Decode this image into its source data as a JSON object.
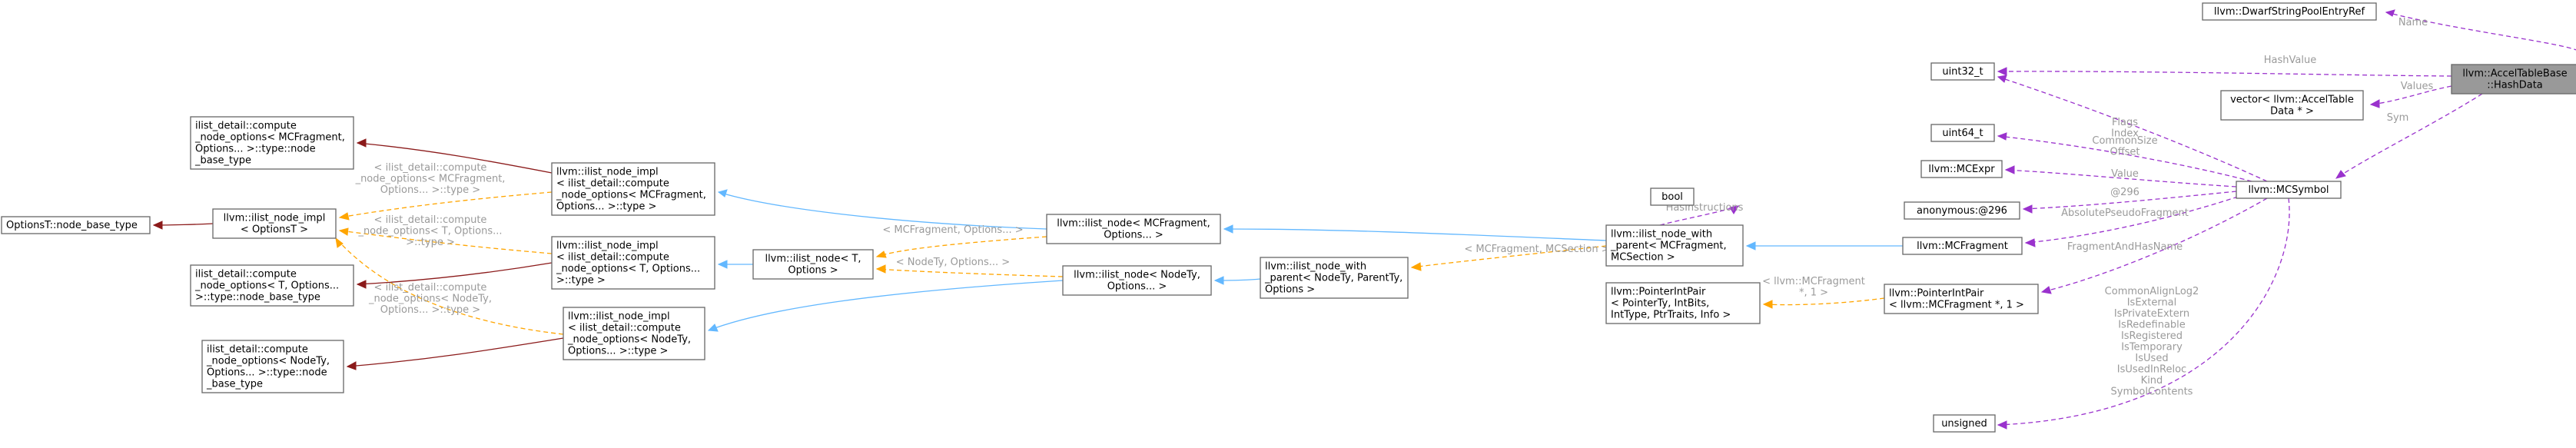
{
  "nodes": {
    "accel_table_base": [
      "llvm::AccelTableBase",
      "::HashData"
    ],
    "dwarf_string_pool": [
      "llvm::DwarfStringPoolEntryRef"
    ],
    "uint32": [
      "uint32_t"
    ],
    "vector_accel": [
      "vector< llvm::AccelTable",
      "Data * >"
    ],
    "uint64": [
      "uint64_t"
    ],
    "mcsymbol": [
      "llvm::MCSymbol"
    ],
    "mcexpr": [
      "llvm::MCExpr"
    ],
    "bool": [
      "bool"
    ],
    "anonymous": [
      "anonymous:@296"
    ],
    "mcfragment": [
      "llvm::MCFragment"
    ],
    "ilist_node_with_parent_mc": [
      "llvm::ilist_node_with",
      "_parent< MCFragment,",
      "MCSection >"
    ],
    "pointer_int_pair_generic": [
      "llvm::PointerIntPair",
      "< PointerTy, IntBits,",
      "IntType, PtrTraits, Info >"
    ],
    "pointer_int_pair_mc": [
      "llvm::PointerIntPair",
      "< llvm::MCFragment *, 1 >"
    ],
    "unsigned": [
      "unsigned"
    ],
    "ilist_node_mc": [
      "llvm::ilist_node< MCFragment,",
      "Options... >"
    ],
    "ilist_node_with_parent_generic": [
      "llvm::ilist_node_with",
      "_parent< NodeTy, ParentTy,",
      "Options >"
    ],
    "ilist_node_nodety": [
      "llvm::ilist_node< NodeTy,",
      "Options... >"
    ],
    "ilist_node_t": [
      "llvm::ilist_node< T,",
      "Options >"
    ],
    "ilist_node_impl_mc": [
      "llvm::ilist_node_impl",
      "< ilist_detail::compute",
      "_node_options< MCFragment,",
      "Options... >::type >"
    ],
    "ilist_node_impl_t": [
      "llvm::ilist_node_impl",
      "< ilist_detail::compute",
      "_node_options< T, Options...",
      ">::type >"
    ],
    "ilist_node_impl_nodety": [
      "llvm::ilist_node_impl",
      "< ilist_detail::compute",
      "_node_options< NodeTy,",
      "Options... >::type >"
    ],
    "compute_mc": [
      "ilist_detail::compute",
      "_node_options< MCFragment,",
      "Options... >::type::node",
      "_base_type"
    ],
    "ilist_node_impl_optionst": [
      "llvm::ilist_node_impl",
      "< OptionsT >"
    ],
    "compute_t": [
      "ilist_detail::compute",
      "_node_options< T, Options...",
      ">::type::node_base_type"
    ],
    "compute_nodety": [
      "ilist_detail::compute",
      "_node_options< NodeTy,",
      "Options... >::type::node",
      "_base_type"
    ],
    "optionst_base": [
      "OptionsT::node_base_type"
    ]
  },
  "edge_labels": {
    "name": [
      "Name"
    ],
    "hashvalue": [
      "HashValue"
    ],
    "values": [
      "Values"
    ],
    "sym": [
      "Sym"
    ],
    "flags_index": [
      "Flags",
      "Index"
    ],
    "commonsize_offset": [
      "CommonSize",
      "Offset"
    ],
    "value": [
      "Value"
    ],
    "at296": [
      "@296"
    ],
    "abs_pseudo": [
      "AbsolutePseudoFragment"
    ],
    "fragment_and_hasname": [
      "FragmentAndHasName"
    ],
    "hasinstructions": [
      "HasInstructions"
    ],
    "mcfragment_mcsection": [
      "< MCFragment, MCSection >"
    ],
    "pip_mcfragment": [
      "< llvm::MCFragment",
      "*, 1 >"
    ],
    "mcfragment_options": [
      "< MCFragment, Options... >"
    ],
    "nodety_options": [
      "< NodeTy, Options... >"
    ],
    "unsigned_members": [
      "CommonAlignLog2",
      "IsExternal",
      "IsPrivateExtern",
      "IsRedefinable",
      "IsRegistered",
      "IsTemporary",
      "IsUsed",
      "IsUsedInReloc",
      "Kind",
      "SymbolContents"
    ],
    "compute_mc_impl": [
      "< ilist_detail::compute",
      "_node_options< MCFragment,",
      "Options... >::type >"
    ],
    "compute_t_impl": [
      "< ilist_detail::compute",
      "_node_options< T, Options...",
      ">::type >"
    ],
    "compute_nodety_impl": [
      "< ilist_detail::compute",
      "_node_options< NodeTy,",
      "Options... >::type >"
    ]
  },
  "colors": {
    "inheritance": "#63b8ff",
    "inheritance_dark": "#8b1a1a",
    "template": "#ffa500",
    "usage": "#9a32cd",
    "label": "#9a9a9a",
    "focus_fill": "#999999"
  }
}
